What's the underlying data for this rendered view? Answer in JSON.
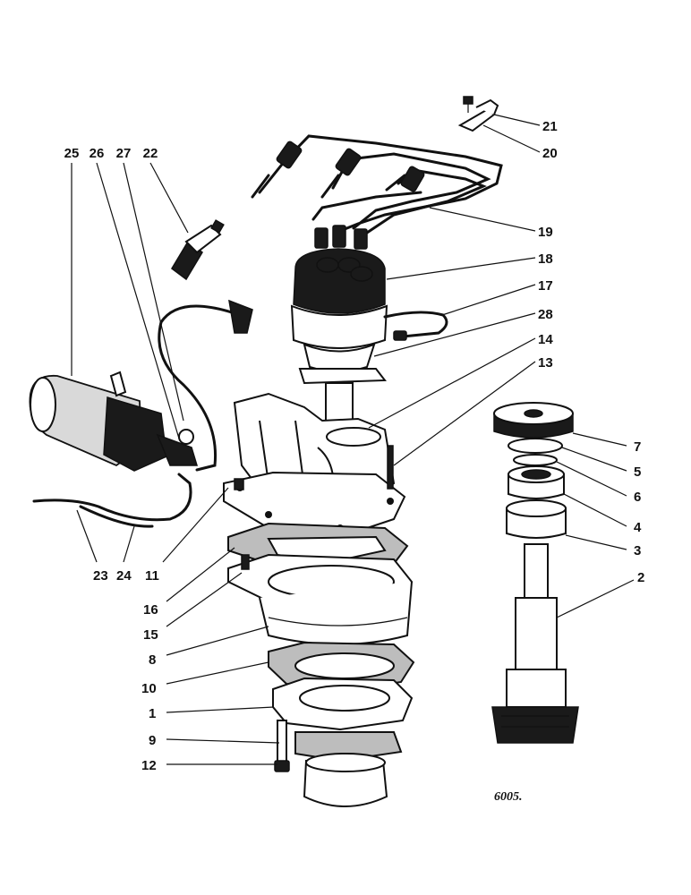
{
  "figure_number": "6005.",
  "callouts": [
    {
      "id": "25",
      "label": "25"
    },
    {
      "id": "26",
      "label": "26"
    },
    {
      "id": "27",
      "label": "27"
    },
    {
      "id": "22",
      "label": "22"
    },
    {
      "id": "21",
      "label": "21"
    },
    {
      "id": "20",
      "label": "20"
    },
    {
      "id": "19",
      "label": "19"
    },
    {
      "id": "18",
      "label": "18"
    },
    {
      "id": "17",
      "label": "17"
    },
    {
      "id": "28",
      "label": "28"
    },
    {
      "id": "14",
      "label": "14"
    },
    {
      "id": "13",
      "label": "13"
    },
    {
      "id": "7",
      "label": "7"
    },
    {
      "id": "5",
      "label": "5"
    },
    {
      "id": "6",
      "label": "6"
    },
    {
      "id": "4",
      "label": "4"
    },
    {
      "id": "3",
      "label": "3"
    },
    {
      "id": "2",
      "label": "2"
    },
    {
      "id": "23",
      "label": "23"
    },
    {
      "id": "24",
      "label": "24"
    },
    {
      "id": "11",
      "label": "11"
    },
    {
      "id": "16",
      "label": "16"
    },
    {
      "id": "15",
      "label": "15"
    },
    {
      "id": "8",
      "label": "8"
    },
    {
      "id": "10",
      "label": "10"
    },
    {
      "id": "1",
      "label": "1"
    },
    {
      "id": "9",
      "label": "9"
    },
    {
      "id": "12",
      "label": "12"
    }
  ]
}
